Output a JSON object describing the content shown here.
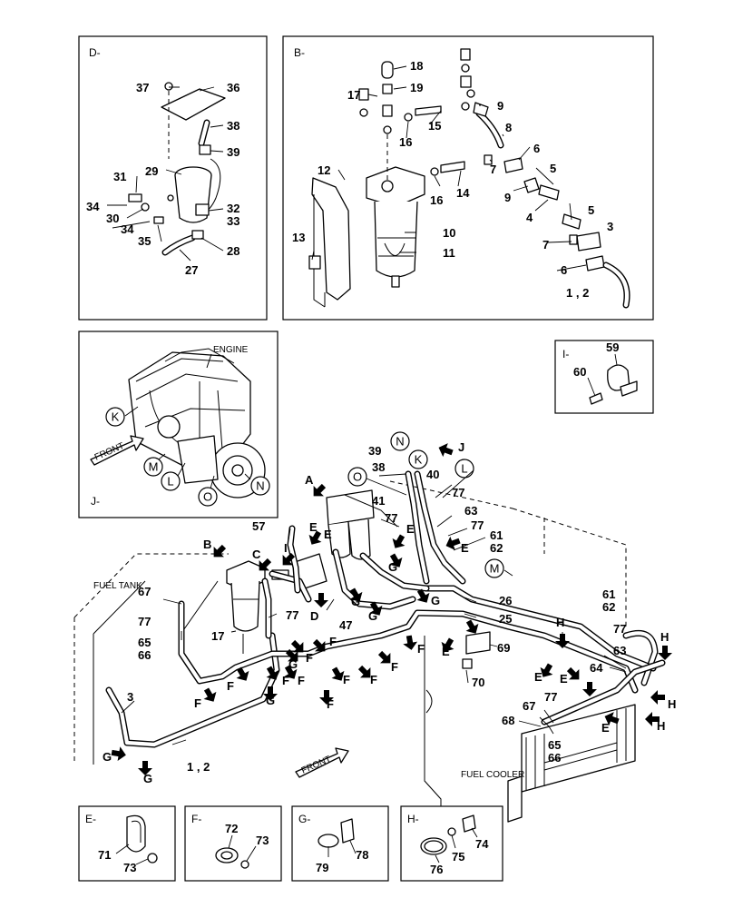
{
  "panels": {
    "d": "D-",
    "b": "B-",
    "i": "I-",
    "j": "J-",
    "e": "E-",
    "f": "F-",
    "g": "G-",
    "h": "H-"
  },
  "texts": {
    "engine": "ENGINE",
    "front_j": "FRONT",
    "front_main": "FRONT",
    "fuel_tank": "FUEL TANK",
    "fuel_cooler": "FUEL COOLER"
  },
  "callouts": {
    "k": "K",
    "m": "M",
    "l": "L",
    "o": "O",
    "n": "N"
  },
  "labels": [
    {
      "id": "d37",
      "text": "37"
    },
    {
      "id": "d36",
      "text": "36"
    },
    {
      "id": "d38",
      "text": "38"
    },
    {
      "id": "d39",
      "text": "39"
    },
    {
      "id": "d29",
      "text": "29"
    },
    {
      "id": "d31",
      "text": "31"
    },
    {
      "id": "d34a",
      "text": "34"
    },
    {
      "id": "d30",
      "text": "30"
    },
    {
      "id": "d34b",
      "text": "34"
    },
    {
      "id": "d32",
      "text": "32"
    },
    {
      "id": "d33",
      "text": "33"
    },
    {
      "id": "d35",
      "text": "35"
    },
    {
      "id": "d28",
      "text": "28"
    },
    {
      "id": "d27",
      "text": "27"
    },
    {
      "id": "b18",
      "text": "18"
    },
    {
      "id": "b19",
      "text": "19"
    },
    {
      "id": "b17",
      "text": "17"
    },
    {
      "id": "b15",
      "text": "15"
    },
    {
      "id": "b16a",
      "text": "16"
    },
    {
      "id": "b9a",
      "text": "9"
    },
    {
      "id": "b8",
      "text": "8"
    },
    {
      "id": "b6a",
      "text": "6"
    },
    {
      "id": "b7a",
      "text": "7"
    },
    {
      "id": "b5a",
      "text": "5"
    },
    {
      "id": "b12",
      "text": "12"
    },
    {
      "id": "b16b",
      "text": "16"
    },
    {
      "id": "b14",
      "text": "14"
    },
    {
      "id": "b9b",
      "text": "9"
    },
    {
      "id": "b4",
      "text": "4"
    },
    {
      "id": "b5b",
      "text": "5"
    },
    {
      "id": "b3",
      "text": "3"
    },
    {
      "id": "b10",
      "text": "10"
    },
    {
      "id": "b11",
      "text": "11"
    },
    {
      "id": "b7b",
      "text": "7"
    },
    {
      "id": "b13",
      "text": "13"
    },
    {
      "id": "b6b",
      "text": "6"
    },
    {
      "id": "b12b",
      "text": "1 , 2"
    },
    {
      "id": "i59",
      "text": "59"
    },
    {
      "id": "i60",
      "text": "60"
    },
    {
      "id": "m39",
      "text": "39"
    },
    {
      "id": "m38",
      "text": "38"
    },
    {
      "id": "m40",
      "text": "40"
    },
    {
      "id": "m41",
      "text": "41"
    },
    {
      "id": "m77a",
      "text": "77"
    },
    {
      "id": "m63a",
      "text": "63"
    },
    {
      "id": "m77b",
      "text": "77"
    },
    {
      "id": "m77c",
      "text": "77"
    },
    {
      "id": "m61a",
      "text": "61"
    },
    {
      "id": "m62a",
      "text": "62"
    },
    {
      "id": "m57",
      "text": "57"
    },
    {
      "id": "m67a",
      "text": "67"
    },
    {
      "id": "m77d",
      "text": "77"
    },
    {
      "id": "m65a",
      "text": "65"
    },
    {
      "id": "m66a",
      "text": "66"
    },
    {
      "id": "m17",
      "text": "17"
    },
    {
      "id": "m77e",
      "text": "77"
    },
    {
      "id": "m47",
      "text": "47"
    },
    {
      "id": "m26",
      "text": "26"
    },
    {
      "id": "m25",
      "text": "25"
    },
    {
      "id": "m61b",
      "text": "61"
    },
    {
      "id": "m62b",
      "text": "62"
    },
    {
      "id": "m69",
      "text": "69"
    },
    {
      "id": "m70",
      "text": "70"
    },
    {
      "id": "m77f",
      "text": "77"
    },
    {
      "id": "m63b",
      "text": "63"
    },
    {
      "id": "m64",
      "text": "64"
    },
    {
      "id": "m67b",
      "text": "67"
    },
    {
      "id": "m77g",
      "text": "77"
    },
    {
      "id": "m68",
      "text": "68"
    },
    {
      "id": "m65b",
      "text": "65"
    },
    {
      "id": "m66b",
      "text": "66"
    },
    {
      "id": "m3",
      "text": "3"
    },
    {
      "id": "m12",
      "text": "1 , 2"
    },
    {
      "id": "e71",
      "text": "71"
    },
    {
      "id": "e73",
      "text": "73"
    },
    {
      "id": "f72",
      "text": "72"
    },
    {
      "id": "f73",
      "text": "73"
    },
    {
      "id": "g78",
      "text": "78"
    },
    {
      "id": "g79",
      "text": "79"
    },
    {
      "id": "h74",
      "text": "74"
    },
    {
      "id": "h75",
      "text": "75"
    },
    {
      "id": "h76",
      "text": "76"
    }
  ],
  "letters": [
    {
      "id": "A",
      "text": "A"
    },
    {
      "id": "B",
      "text": "B"
    },
    {
      "id": "C",
      "text": "C"
    },
    {
      "id": "I",
      "text": "I"
    },
    {
      "id": "D",
      "text": "D"
    },
    {
      "id": "J",
      "text": "J"
    },
    {
      "id": "E1",
      "text": "E"
    },
    {
      "id": "E2",
      "text": "E"
    },
    {
      "id": "E3",
      "text": "E"
    },
    {
      "id": "E4",
      "text": "E"
    },
    {
      "id": "E5",
      "text": "E"
    },
    {
      "id": "E6",
      "text": "E"
    },
    {
      "id": "E7",
      "text": "E"
    },
    {
      "id": "E8",
      "text": "E"
    },
    {
      "id": "F1",
      "text": "F"
    },
    {
      "id": "F2",
      "text": "F"
    },
    {
      "id": "F3",
      "text": "F"
    },
    {
      "id": "F4",
      "text": "F"
    },
    {
      "id": "F5",
      "text": "F"
    },
    {
      "id": "F6",
      "text": "F"
    },
    {
      "id": "F7",
      "text": "F"
    },
    {
      "id": "F8",
      "text": "F"
    },
    {
      "id": "F9",
      "text": "F"
    },
    {
      "id": "F10",
      "text": "F"
    },
    {
      "id": "G1",
      "text": "G"
    },
    {
      "id": "G2",
      "text": "G"
    },
    {
      "id": "G3",
      "text": "G"
    },
    {
      "id": "G4",
      "text": "G"
    },
    {
      "id": "G5",
      "text": "G"
    },
    {
      "id": "G6",
      "text": "G"
    },
    {
      "id": "G7",
      "text": "G"
    },
    {
      "id": "G8",
      "text": "G"
    },
    {
      "id": "H1",
      "text": "H"
    },
    {
      "id": "H2",
      "text": "H"
    },
    {
      "id": "H3",
      "text": "H"
    },
    {
      "id": "H4",
      "text": "H"
    }
  ]
}
